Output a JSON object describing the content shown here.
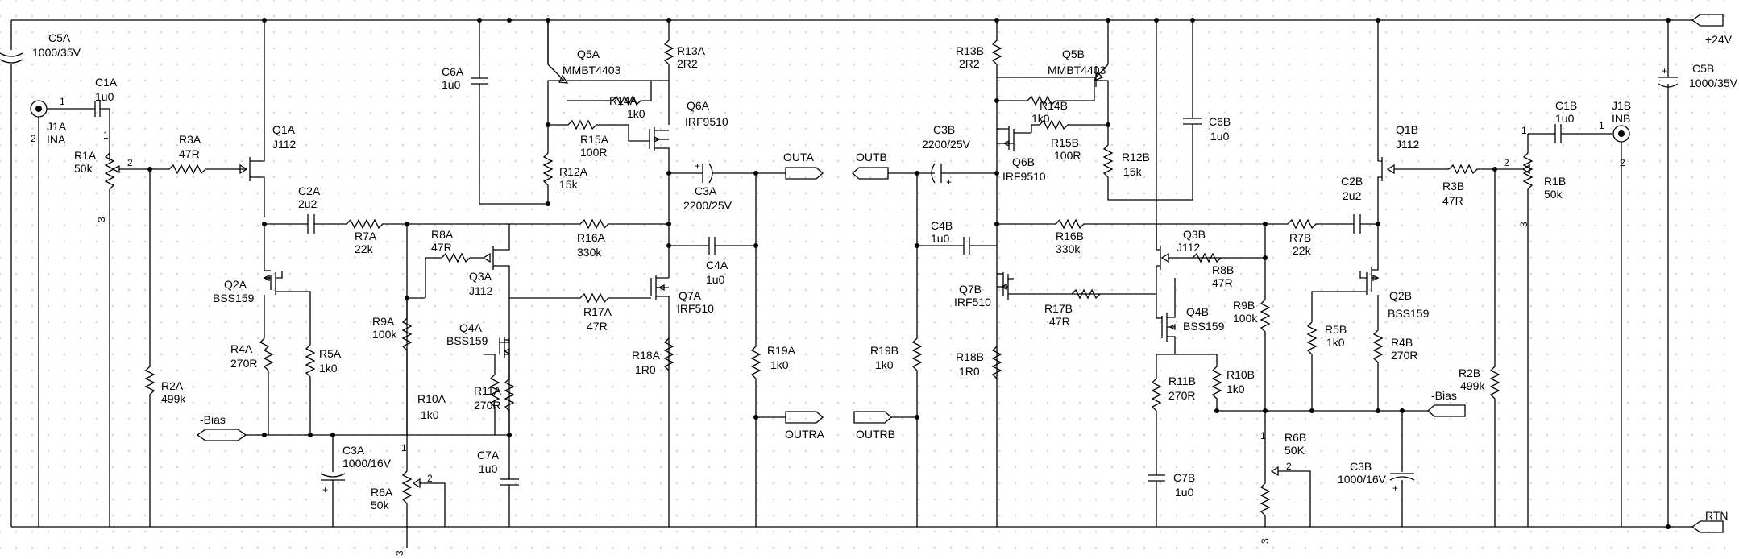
{
  "nets": {
    "plus24": "+24V",
    "rtn": "RTN",
    "bias_a": "-Bias",
    "bias_b": "-Bias",
    "outa": "OUTA",
    "outb": "OUTB",
    "outra": "OUTRA",
    "outrb": "OUTRB"
  },
  "connectors": {
    "j1a": {
      "ref": "J1A",
      "val": "INA",
      "pin1": "1",
      "pin2": "2"
    },
    "j1b": {
      "ref": "J1B",
      "val": "INB",
      "pin1": "1",
      "pin2": "2"
    }
  },
  "parts": {
    "c5a": {
      "ref": "C5A",
      "val": "1000/35V"
    },
    "c1a": {
      "ref": "C1A",
      "val": "1u0"
    },
    "r1a": {
      "ref": "R1A",
      "val": "50k",
      "p1": "1",
      "p2": "2",
      "p3": "3"
    },
    "r3a": {
      "ref": "R3A",
      "val": "47R"
    },
    "q1a": {
      "ref": "Q1A",
      "val": "J112"
    },
    "c2a": {
      "ref": "C2A",
      "val": "2u2"
    },
    "r7a": {
      "ref": "R7A",
      "val": "22k"
    },
    "q2a": {
      "ref": "Q2A",
      "val": "BSS159"
    },
    "r4a": {
      "ref": "R4A",
      "val": "270R"
    },
    "r5a": {
      "ref": "R5A",
      "val": "1k0"
    },
    "r2a": {
      "ref": "R2A",
      "val": "499k"
    },
    "c3a_bias": {
      "ref": "C3A",
      "val": "1000/16V"
    },
    "r6a": {
      "ref": "R6A",
      "val": "50k",
      "p1": "1",
      "p2": "2",
      "p3": "3"
    },
    "r8a": {
      "ref": "R8A",
      "val": "47R"
    },
    "q3a": {
      "ref": "Q3A",
      "val": "J112"
    },
    "r9a": {
      "ref": "R9A",
      "val": "100k"
    },
    "q4a": {
      "ref": "Q4A",
      "val": "BSS159"
    },
    "r10a": {
      "ref": "R10A",
      "val": "1k0"
    },
    "r11a": {
      "ref": "R11A",
      "val": "270R"
    },
    "c7a": {
      "ref": "C7A",
      "val": "1u0"
    },
    "c6a": {
      "ref": "C6A",
      "val": "1u0"
    },
    "q5a": {
      "ref": "Q5A",
      "val": "MMBT4403"
    },
    "r14a": {
      "ref": "R14A",
      "val": "1k0"
    },
    "r15a": {
      "ref": "R15A",
      "val": "100R"
    },
    "r12a": {
      "ref": "R12A",
      "val": "15k"
    },
    "r16a": {
      "ref": "R16A",
      "val": "330k"
    },
    "r17a": {
      "ref": "R17A",
      "val": "47R"
    },
    "r13a": {
      "ref": "R13A",
      "val": "2R2"
    },
    "q6a": {
      "ref": "Q6A",
      "val": "IRF9510"
    },
    "c3a_out": {
      "ref": "C3A",
      "val": "2200/25V"
    },
    "c4a": {
      "ref": "C4A",
      "val": "1u0"
    },
    "q7a": {
      "ref": "Q7A",
      "val": "IRF510"
    },
    "r18a": {
      "ref": "R18A",
      "val": "1R0"
    },
    "r19a": {
      "ref": "R19A",
      "val": "1k0"
    },
    "c5b": {
      "ref": "C5B",
      "val": "1000/35V"
    },
    "c1b": {
      "ref": "C1B",
      "val": "1u0"
    },
    "r1b": {
      "ref": "R1B",
      "val": "50k",
      "p1": "1",
      "p2": "2",
      "p3": "3"
    },
    "r3b": {
      "ref": "R3B",
      "val": "47R"
    },
    "q1b": {
      "ref": "Q1B",
      "val": "J112"
    },
    "c2b": {
      "ref": "C2B",
      "val": "2u2"
    },
    "r7b": {
      "ref": "R7B",
      "val": "22k"
    },
    "q2b": {
      "ref": "Q2B",
      "val": "BSS159"
    },
    "r4b": {
      "ref": "R4B",
      "val": "270R"
    },
    "r5b": {
      "ref": "R5B",
      "val": "1k0"
    },
    "r2b": {
      "ref": "R2B",
      "val": "499k"
    },
    "c3b_bias": {
      "ref": "C3B",
      "val": "1000/16V"
    },
    "r6b": {
      "ref": "R6B",
      "val": "50K",
      "p1": "1",
      "p2": "2",
      "p3": "3"
    },
    "r8b": {
      "ref": "R8B",
      "val": "47R"
    },
    "q3b": {
      "ref": "Q3B",
      "val": "J112"
    },
    "r9b": {
      "ref": "R9B",
      "val": "100k"
    },
    "q4b": {
      "ref": "Q4B",
      "val": "BSS159"
    },
    "r10b": {
      "ref": "R10B",
      "val": "1k0"
    },
    "r11b": {
      "ref": "R11B",
      "val": "270R"
    },
    "c7b": {
      "ref": "C7B",
      "val": "1u0"
    },
    "c6b": {
      "ref": "C6B",
      "val": "1u0"
    },
    "q5b": {
      "ref": "Q5B",
      "val": "MMBT4403"
    },
    "r14b": {
      "ref": "R14B",
      "val": "1k0"
    },
    "r15b": {
      "ref": "R15B",
      "val": "100R"
    },
    "r12b": {
      "ref": "R12B",
      "val": "15k"
    },
    "r16b": {
      "ref": "R16B",
      "val": "330k"
    },
    "r17b": {
      "ref": "R17B",
      "val": "47R"
    },
    "r13b": {
      "ref": "R13B",
      "val": "2R2"
    },
    "q6b": {
      "ref": "Q6B",
      "val": "IRF9510"
    },
    "c3b_out": {
      "ref": "C3B",
      "val": "2200/25V"
    },
    "c4b": {
      "ref": "C4B",
      "val": "1u0"
    },
    "q7b": {
      "ref": "Q7B",
      "val": "IRF510"
    },
    "r18b": {
      "ref": "R18B",
      "val": "1R0"
    },
    "r19b": {
      "ref": "R19B",
      "val": "1k0"
    }
  }
}
